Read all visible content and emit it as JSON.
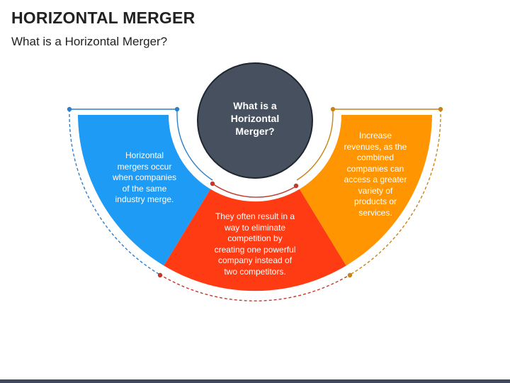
{
  "header": {
    "title": "HORIZONTAL MERGER",
    "subtitle": "What is a Horizontal Merger?"
  },
  "diagram": {
    "center": {
      "text": "What is a\nHorizontal\nMerger?",
      "color": "#46505e"
    },
    "segments": [
      {
        "id": "blue",
        "color": "#1e9cf5",
        "text": "Horizontal\nmergers occur\nwhen companies\nof the same\nindustry merge."
      },
      {
        "id": "red",
        "color": "#ff3b14",
        "text": "They often result in a\nway to eliminate\ncompetition by\ncreating one powerful\ncompany instead of\ntwo competitors."
      },
      {
        "id": "orange",
        "color": "#ff9500",
        "text": "Increase\nrevenues, as the\ncombined\ncompanies can\naccess a greater\nvariety of\nproducts or\nservices."
      }
    ],
    "connector_colors": {
      "blue": "#2a7fd0",
      "red": "#c0392b",
      "orange": "#c98316"
    }
  }
}
